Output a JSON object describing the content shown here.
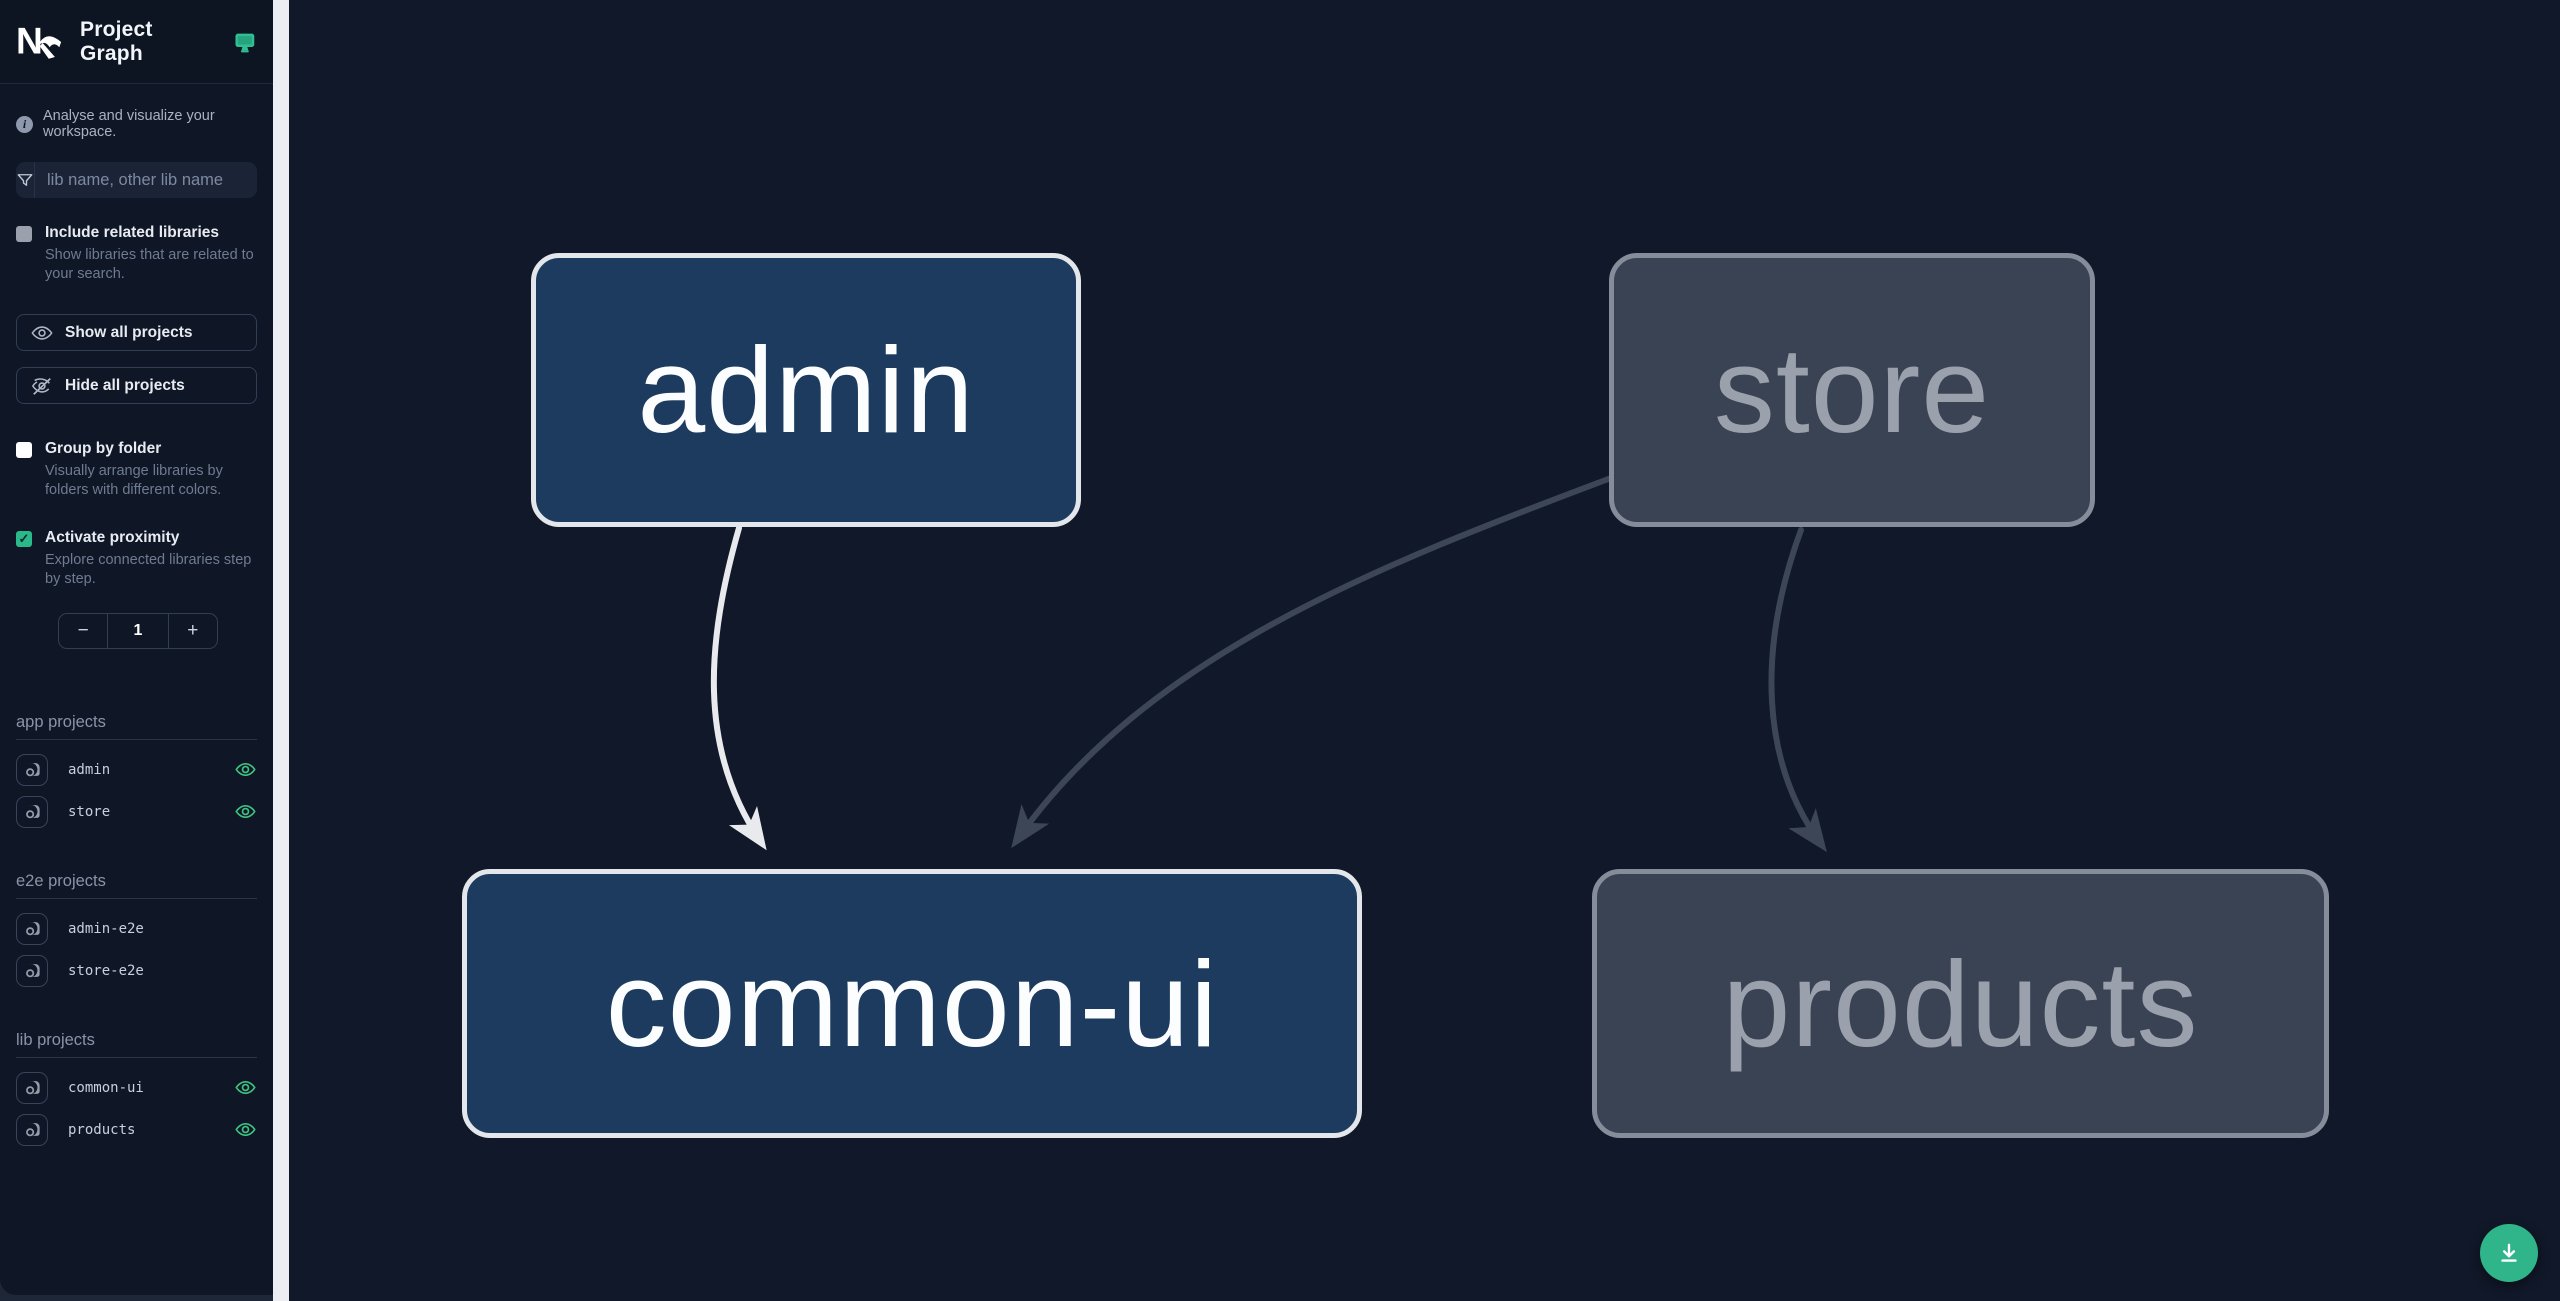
{
  "header": {
    "app_name": "Nx",
    "title": "Project Graph"
  },
  "sidebar": {
    "tagline": "Analyse and visualize your workspace.",
    "search": {
      "placeholder": "lib name, other lib name"
    },
    "include_related": {
      "label": "Include related libraries",
      "description": "Show libraries that are related to your search.",
      "checked": false
    },
    "actions": {
      "show_all": "Show all projects",
      "hide_all": "Hide all projects"
    },
    "group_by_folder": {
      "label": "Group by folder",
      "description": "Visually arrange libraries by folders with different colors.",
      "checked": false
    },
    "proximity": {
      "label": "Activate proximity",
      "description": "Explore connected libraries step by step.",
      "checked": true,
      "stepper": {
        "decrement": "−",
        "value": "1",
        "increment": "+"
      }
    },
    "sections": [
      {
        "title": "app projects",
        "items": [
          {
            "name": "admin",
            "visible": true
          },
          {
            "name": "store",
            "visible": true
          }
        ]
      },
      {
        "title": "e2e projects",
        "items": [
          {
            "name": "admin-e2e",
            "visible": false
          },
          {
            "name": "store-e2e",
            "visible": false
          }
        ]
      },
      {
        "title": "lib projects",
        "items": [
          {
            "name": "common-ui",
            "visible": true
          },
          {
            "name": "products",
            "visible": true
          }
        ]
      }
    ]
  },
  "graph": {
    "nodes": [
      {
        "label": "admin",
        "state": "focused"
      },
      {
        "label": "store",
        "state": "faded"
      },
      {
        "label": "common-ui",
        "state": "focused"
      },
      {
        "label": "products",
        "state": "faded"
      }
    ],
    "edges": [
      {
        "from": "admin",
        "to": "common-ui",
        "state": "focused"
      },
      {
        "from": "store",
        "to": "common-ui",
        "state": "faded"
      },
      {
        "from": "store",
        "to": "products",
        "state": "faded"
      }
    ]
  },
  "fab": {
    "action": "download"
  },
  "colors": {
    "accent_teal": "#2ab98a",
    "eye_green": "#3fc380",
    "node_focused_bg": "#1c3b5e",
    "node_focused_border": "#e3e6ea",
    "node_faded_bg": "#3a4353",
    "node_faded_border": "#868d9a",
    "edge_light": "#e8eaee",
    "edge_dark": "#3d4656",
    "canvas_bg": "#111829",
    "sidebar_bg": "#0f1626"
  }
}
